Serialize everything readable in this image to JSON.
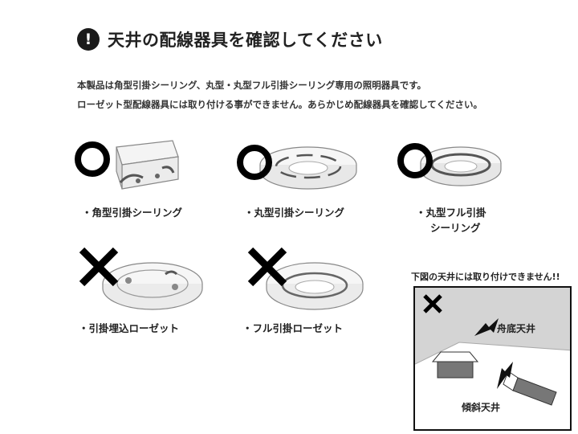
{
  "header": {
    "icon": "exclamation-circle-icon",
    "icon_glyph": "!",
    "title": "天井の配線器具を確認してください"
  },
  "description": [
    "本製品は角型引掛シーリング、丸型・丸型フル引掛シーリング専用の照明器具です。",
    "ローゼット型配線器具には取り付ける事ができません。あらかじめ配線器具を確認してください。"
  ],
  "ok_items": [
    {
      "label": "・角型引掛シーリング",
      "mark": "circle-ok-icon"
    },
    {
      "label": "・丸型引掛シーリング",
      "mark": "circle-ok-icon"
    },
    {
      "label_line1": "・丸型フル引掛",
      "label_line2": "シーリング",
      "mark": "circle-ok-icon"
    }
  ],
  "ng_items": [
    {
      "label": "・引掛埋込ローゼット",
      "mark": "cross-ng-icon"
    },
    {
      "label": "・フル引掛ローゼット",
      "mark": "cross-ng-icon"
    }
  ],
  "ceiling_warning": {
    "title": "下図の天井には取り付けできません!!",
    "mark": "cross-ng-icon",
    "label_boat": "舟底天井",
    "label_slope": "傾斜天井"
  }
}
